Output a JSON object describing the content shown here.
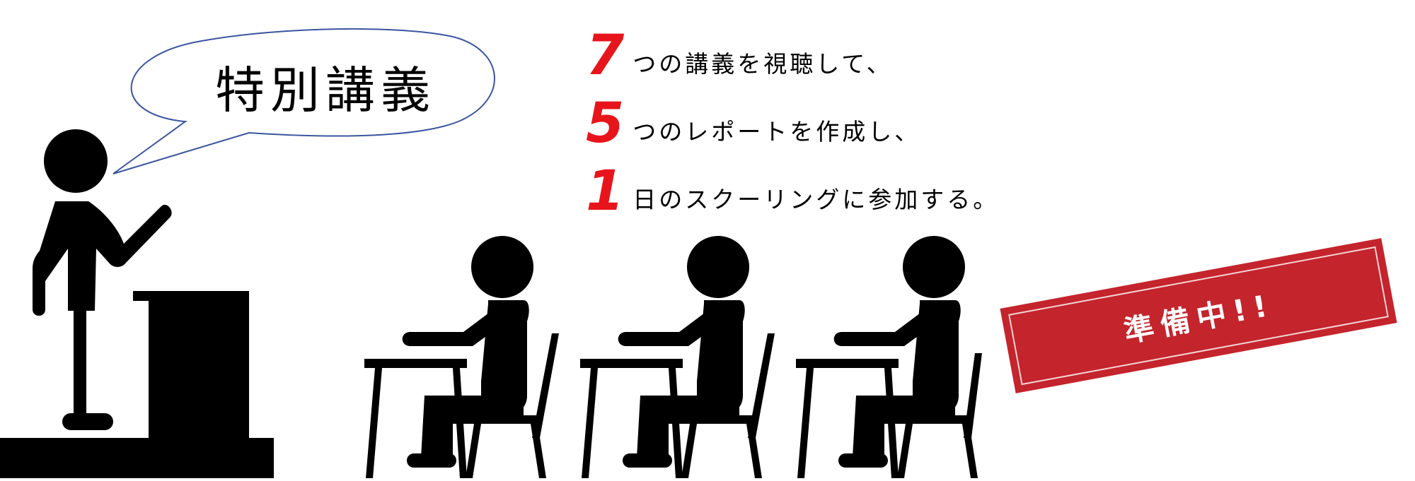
{
  "speech_bubble": {
    "title": "特別講義"
  },
  "requirements": [
    {
      "number": "7",
      "text": "つの講義を視聴して、"
    },
    {
      "number": "5",
      "text": "つのレポートを作成し、"
    },
    {
      "number": "1",
      "text": "日のスクーリングに参加する。"
    }
  ],
  "stamp": {
    "label": "準備中!!"
  },
  "colors": {
    "number_red": "#e8141b",
    "stamp_red": "#c4242c",
    "bubble_outline": "#3a55a0",
    "figure_black": "#000000"
  },
  "icons": [
    "lecturer-figure-icon",
    "podium-icon",
    "student-figure-icon",
    "desk-icon",
    "chair-icon"
  ]
}
